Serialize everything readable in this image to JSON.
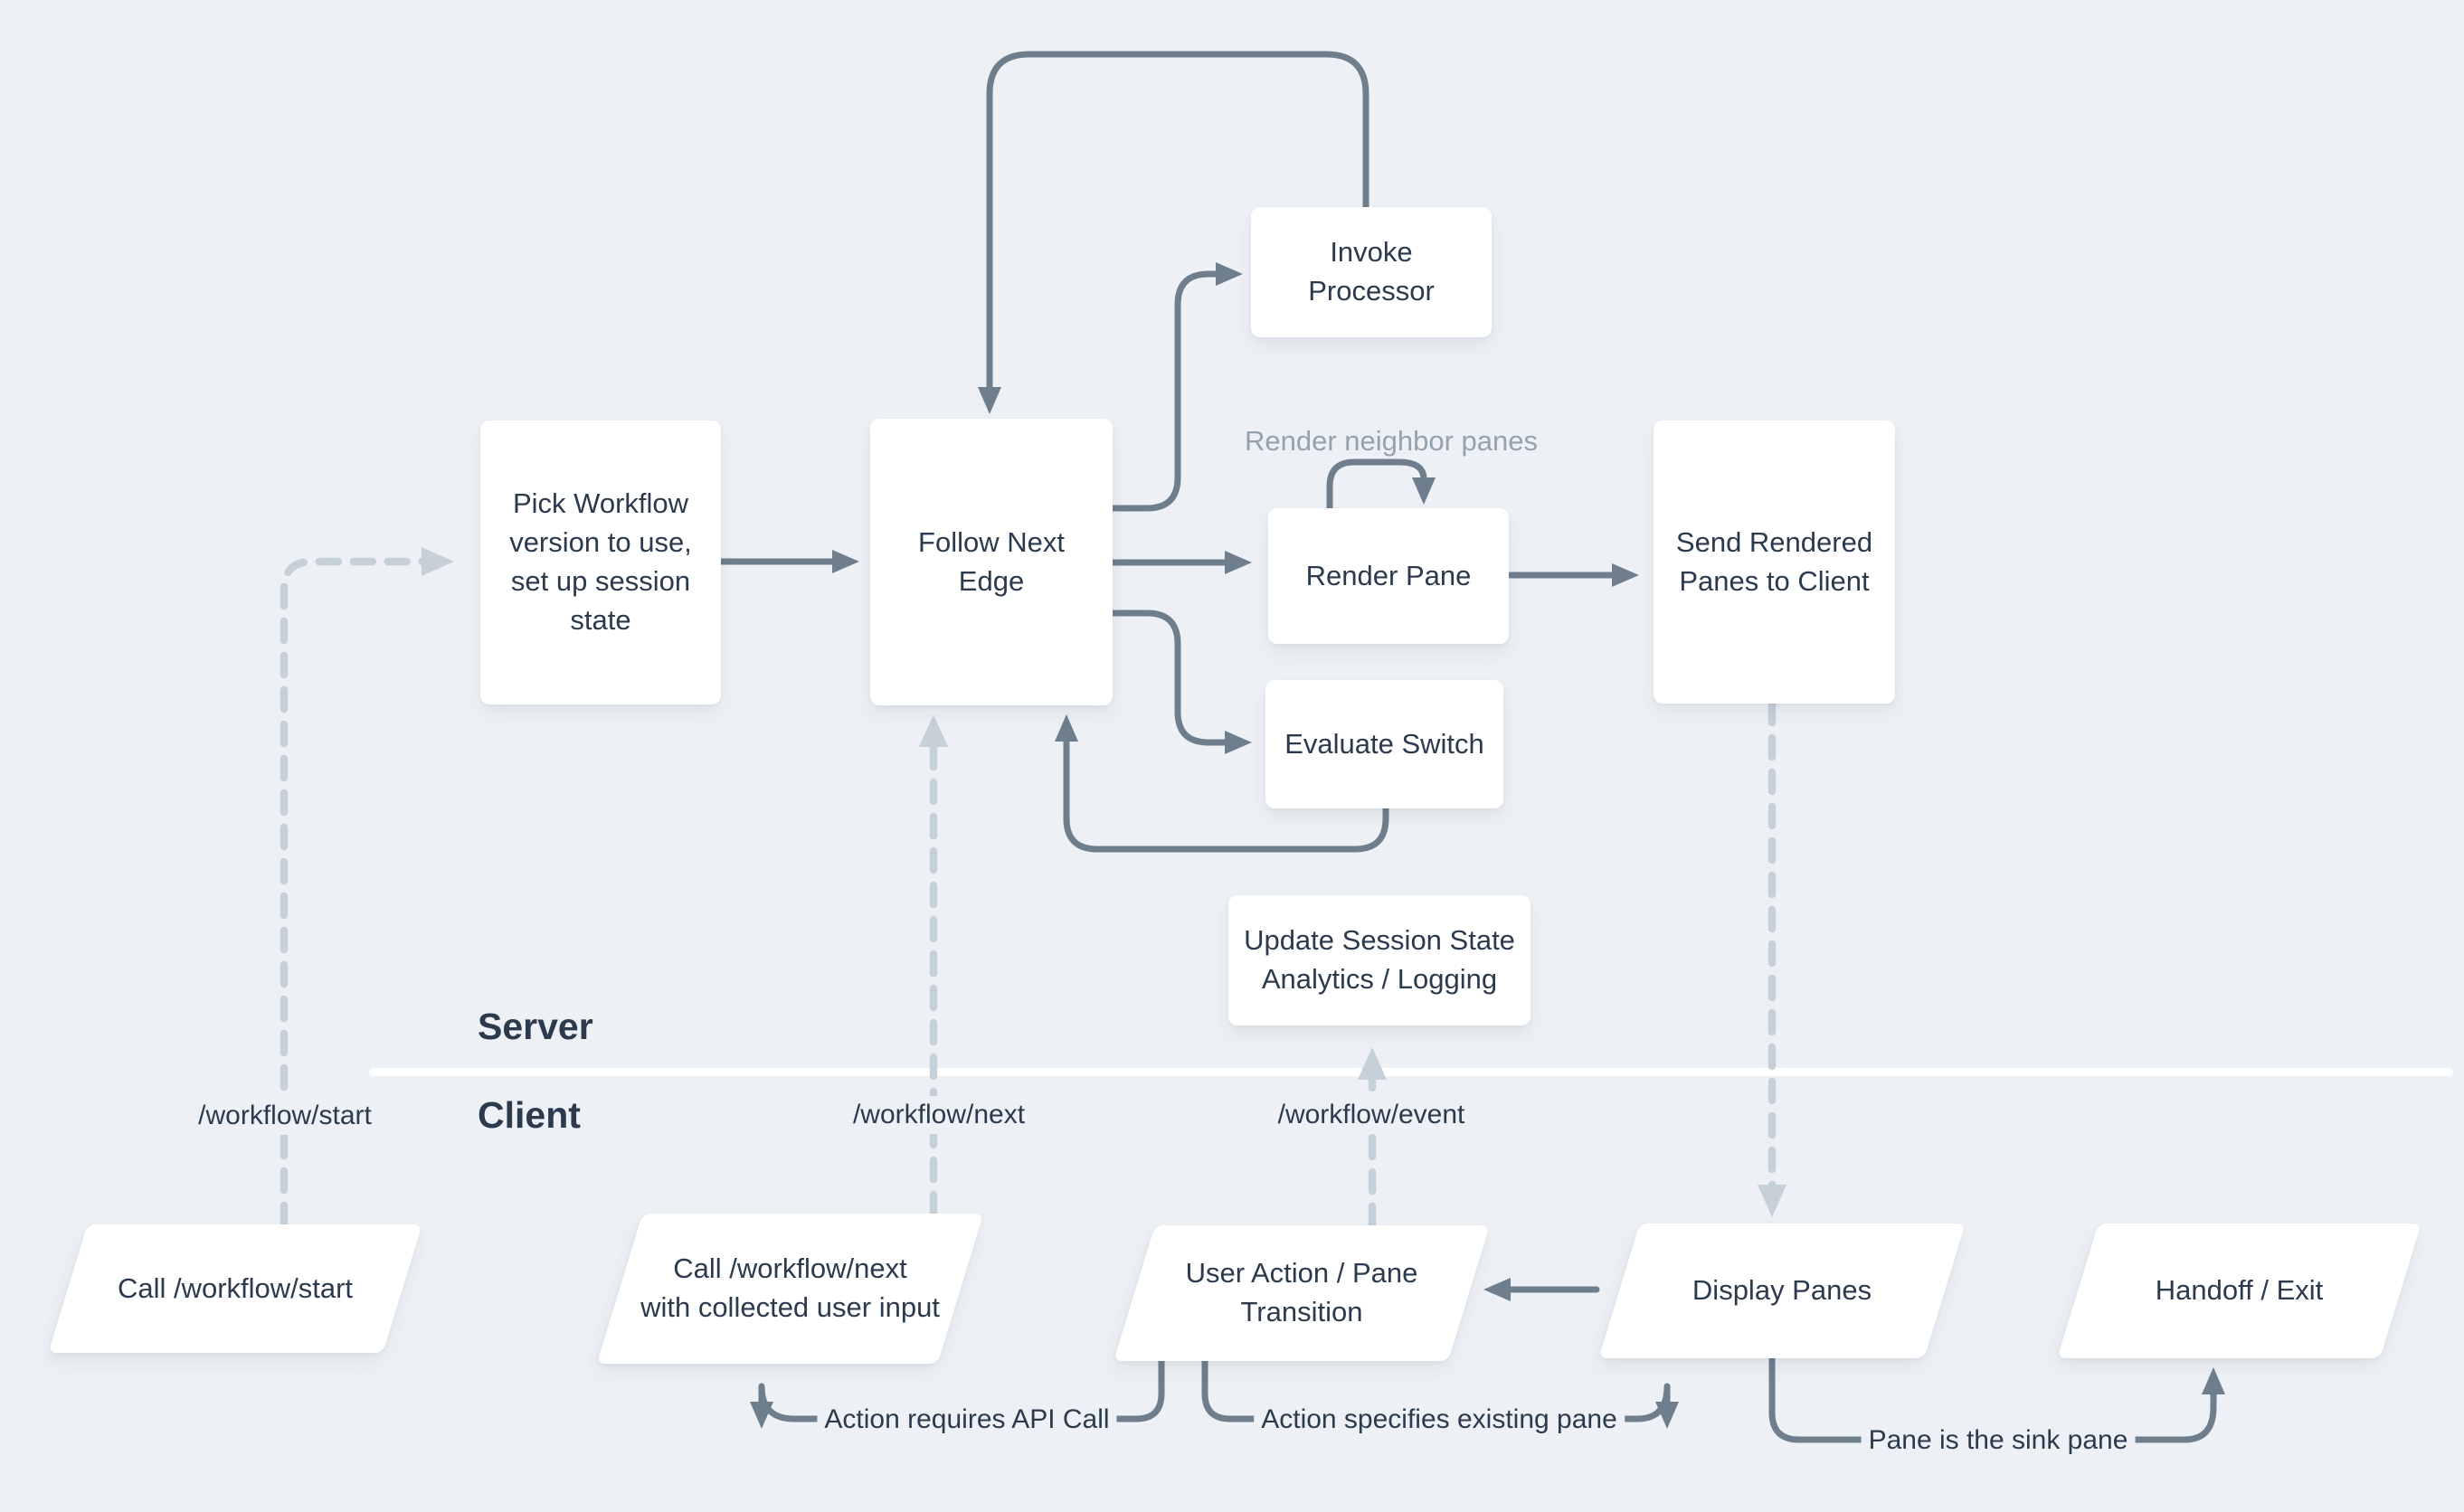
{
  "diagram": {
    "lanes": {
      "server_label": "Server",
      "client_label": "Client"
    },
    "nodes": {
      "invoke_processor": {
        "label": "Invoke\nProcessor"
      },
      "pick_workflow": {
        "label": "Pick Workflow\nversion to use,\nset up session\nstate"
      },
      "follow_next_edge": {
        "label": "Follow Next\nEdge"
      },
      "render_pane": {
        "label": "Render Pane"
      },
      "send_rendered": {
        "label": "Send Rendered\nPanes to Client"
      },
      "evaluate_switch": {
        "label": "Evaluate Switch"
      },
      "update_session": {
        "label": "Update Session State\nAnalytics / Logging"
      },
      "call_start": {
        "label": "Call /workflow/start"
      },
      "call_next": {
        "label": "Call /workflow/next\nwith collected user input"
      },
      "user_action": {
        "label": "User Action / Pane\nTransition"
      },
      "display_panes": {
        "label": "Display Panes"
      },
      "handoff_exit": {
        "label": "Handoff / Exit"
      }
    },
    "api_labels": {
      "start": "/workflow/start",
      "next": "/workflow/next",
      "event": "/workflow/event"
    },
    "edge_labels": {
      "render_neighbor": "Render neighbor panes",
      "action_requires": "Action requires API Call",
      "action_specifies": "Action specifies existing pane",
      "sink_pane": "Pane is the sink pane"
    },
    "colors": {
      "background": "#edf1f5",
      "node_fill": "#ffffff",
      "edge_solid": "#6f7e8c",
      "edge_dashed": "#c6d0d9",
      "text": "#2b3b4d",
      "muted_label": "#94a2b0",
      "divider": "#ffffff"
    }
  }
}
